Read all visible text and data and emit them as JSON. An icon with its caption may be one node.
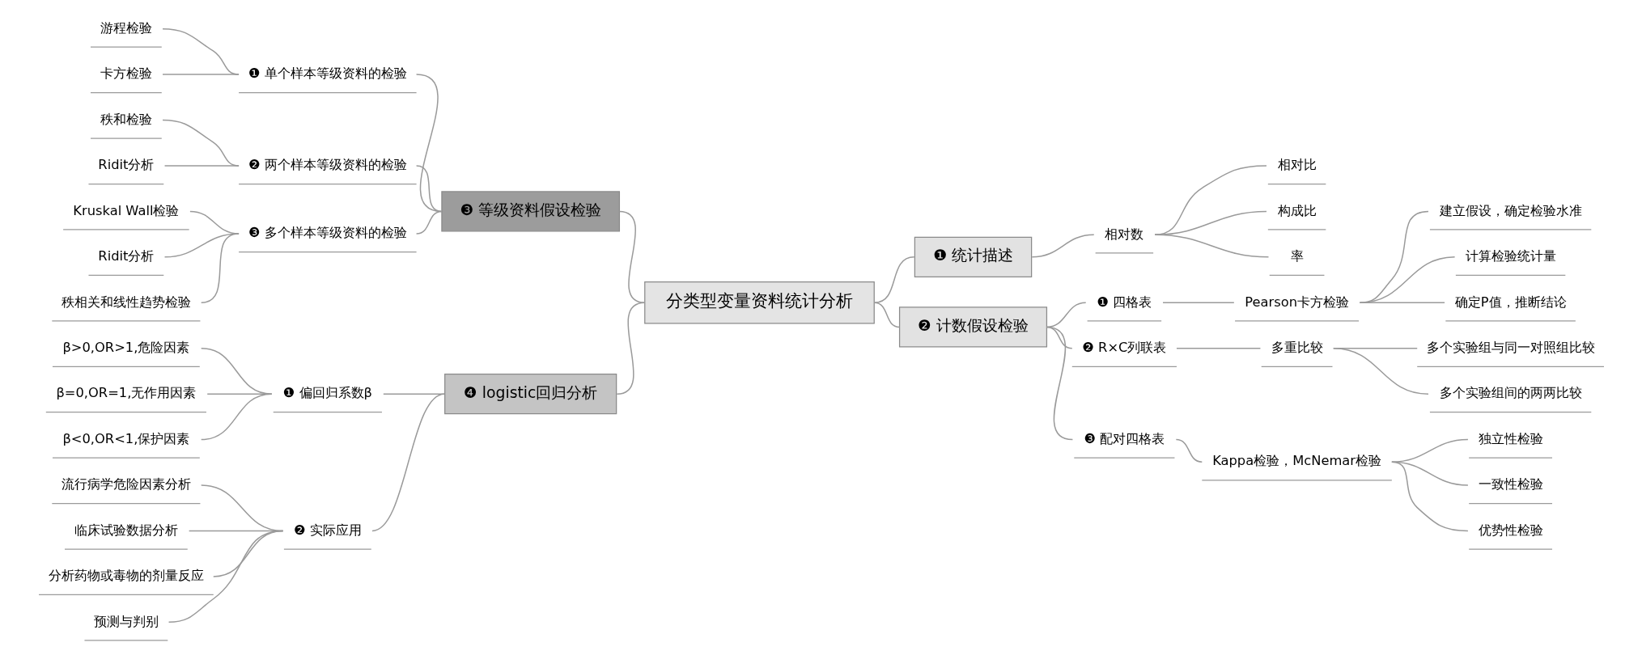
{
  "diagram": {
    "nodes": [
      {
        "text": [
          "分类型变量资料统计分析"
        ]
      },
      {
        "text": [
          "❶ 统计描述"
        ]
      },
      {
        "text": [
          "相对数"
        ]
      },
      {
        "text": [
          "相对比"
        ]
      },
      {
        "text": [
          "构成比"
        ]
      },
      {
        "text": [
          "率"
        ]
      },
      {
        "text": [
          "❷ 计数假设检验"
        ]
      },
      {
        "text": [
          "❶ 四格表"
        ]
      },
      {
        "text": [
          "Pearson卡方检验"
        ]
      },
      {
        "text": [
          "建立假设，确定检验水准"
        ]
      },
      {
        "text": [
          "计算检验统计量"
        ]
      },
      {
        "text": [
          "确定P值，推断结论"
        ]
      },
      {
        "text": [
          "❷ R×C列联表"
        ]
      },
      {
        "text": [
          "多重比较"
        ]
      },
      {
        "text": [
          "多个实验组与同一对照组比较"
        ]
      },
      {
        "text": [
          "多个实验组间的两两比较"
        ]
      },
      {
        "text": [
          "❸ 配对四格表"
        ]
      },
      {
        "text": [
          "Kappa检验，McNemar检验"
        ]
      },
      {
        "text": [
          "独立性检验"
        ]
      },
      {
        "text": [
          "一致性检验"
        ]
      },
      {
        "text": [
          "优势性检验"
        ]
      },
      {
        "text": [
          "❸ 等级资料假设检验"
        ]
      },
      {
        "text": [
          "❶ 单个样本等级资料的检验"
        ]
      },
      {
        "text": [
          "游程检验"
        ]
      },
      {
        "text": [
          "卡方检验"
        ]
      },
      {
        "text": [
          "❷ 两个样本等级资料的检验"
        ]
      },
      {
        "text": [
          "秩和检验"
        ]
      },
      {
        "text": [
          "Ridit分析"
        ]
      },
      {
        "text": [
          "❸ 多个样本等级资料的检验"
        ]
      },
      {
        "text": [
          "Kruskal Wall检验"
        ]
      },
      {
        "text": [
          "Ridit分析"
        ]
      },
      {
        "text": [
          "秩相关和线性趋势检验"
        ]
      },
      {
        "text": [
          "❹ logistic回归分析"
        ]
      },
      {
        "text": [
          "❶ 偏回归系数β"
        ]
      },
      {
        "text": [
          "β>0,OR>1,危险因素"
        ]
      },
      {
        "text": [
          "β=0,OR=1,无作用因素"
        ]
      },
      {
        "text": [
          "β<0,OR<1,保护因素"
        ]
      },
      {
        "text": [
          "❷ 实际应用"
        ]
      },
      {
        "text": [
          "流行病学危险因素分析"
        ]
      },
      {
        "text": [
          "临床试验数据分析"
        ]
      },
      {
        "text": [
          "分析药物或毒物的剂量反应"
        ]
      },
      {
        "text": [
          "预测与判别"
        ]
      }
    ],
    "edges": [
      {
        "from": 0,
        "to": 1,
        "arrow": "none"
      },
      {
        "from": 1,
        "to": 2,
        "arrow": "none"
      },
      {
        "from": 2,
        "to": 3,
        "arrow": "none"
      },
      {
        "from": 2,
        "to": 4,
        "arrow": "none"
      },
      {
        "from": 2,
        "to": 5,
        "arrow": "none"
      },
      {
        "from": 0,
        "to": 6,
        "arrow": "none"
      },
      {
        "from": 6,
        "to": 7,
        "arrow": "none"
      },
      {
        "from": 7,
        "to": 8,
        "arrow": "none"
      },
      {
        "from": 8,
        "to": 9,
        "arrow": "none"
      },
      {
        "from": 8,
        "to": 10,
        "arrow": "none"
      },
      {
        "from": 8,
        "to": 11,
        "arrow": "none"
      },
      {
        "from": 6,
        "to": 12,
        "arrow": "none"
      },
      {
        "from": 12,
        "to": 13,
        "arrow": "none"
      },
      {
        "from": 13,
        "to": 14,
        "arrow": "none"
      },
      {
        "from": 13,
        "to": 15,
        "arrow": "none"
      },
      {
        "from": 6,
        "to": 16,
        "arrow": "none"
      },
      {
        "from": 16,
        "to": 17,
        "arrow": "none"
      },
      {
        "from": 17,
        "to": 18,
        "arrow": "none"
      },
      {
        "from": 17,
        "to": 19,
        "arrow": "none"
      },
      {
        "from": 17,
        "to": 20,
        "arrow": "none"
      },
      {
        "from": 0,
        "to": 21,
        "arrow": "none"
      },
      {
        "from": 21,
        "to": 22,
        "arrow": "none"
      },
      {
        "from": 22,
        "to": 23,
        "arrow": "none"
      },
      {
        "from": 22,
        "to": 24,
        "arrow": "none"
      },
      {
        "from": 21,
        "to": 25,
        "arrow": "none"
      },
      {
        "from": 25,
        "to": 26,
        "arrow": "none"
      },
      {
        "from": 25,
        "to": 27,
        "arrow": "none"
      },
      {
        "from": 21,
        "to": 28,
        "arrow": "none"
      },
      {
        "from": 28,
        "to": 29,
        "arrow": "none"
      },
      {
        "from": 28,
        "to": 30,
        "arrow": "none"
      },
      {
        "from": 28,
        "to": 31,
        "arrow": "none"
      },
      {
        "from": 0,
        "to": 32,
        "arrow": "none"
      },
      {
        "from": 32,
        "to": 33,
        "arrow": "none"
      },
      {
        "from": 33,
        "to": 34,
        "arrow": "none"
      },
      {
        "from": 33,
        "to": 35,
        "arrow": "none"
      },
      {
        "from": 33,
        "to": 36,
        "arrow": "none"
      },
      {
        "from": 32,
        "to": 37,
        "arrow": "none"
      },
      {
        "from": 37,
        "to": 38,
        "arrow": "none"
      },
      {
        "from": 37,
        "to": 39,
        "arrow": "none"
      },
      {
        "from": 37,
        "to": 40,
        "arrow": "none"
      },
      {
        "from": 37,
        "to": 41,
        "arrow": "none"
      }
    ]
  }
}
